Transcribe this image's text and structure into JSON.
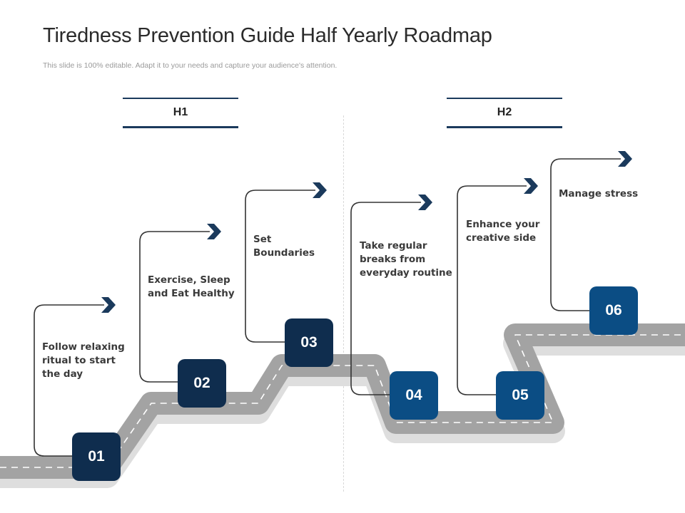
{
  "title": "Tiredness Prevention Guide Half Yearly Roadmap",
  "subtitle": "This slide is 100% editable. Adapt it to your needs and capture your audience's attention.",
  "halves": [
    {
      "label": "H1"
    },
    {
      "label": "H2"
    }
  ],
  "steps": [
    {
      "number": "01",
      "text_lines": [
        "Follow relaxing",
        "ritual to start",
        "the day"
      ]
    },
    {
      "number": "02",
      "text_lines": [
        "Exercise, Sleep",
        "and Eat Healthy"
      ]
    },
    {
      "number": "03",
      "text_lines": [
        "Set",
        "Boundaries"
      ]
    },
    {
      "number": "04",
      "text_lines": [
        "Take regular",
        "breaks from",
        "everyday routine"
      ]
    },
    {
      "number": "05",
      "text_lines": [
        "Enhance your",
        "creative side"
      ]
    },
    {
      "number": "06",
      "text_lines": [
        "Manage stress"
      ]
    }
  ],
  "colors": {
    "dark_badge": "#0f2d4e",
    "blue_badge": "#0b4d84",
    "road": "#a3a3a3",
    "road_side": "#dedede",
    "arrow": "#1b3a5c"
  }
}
